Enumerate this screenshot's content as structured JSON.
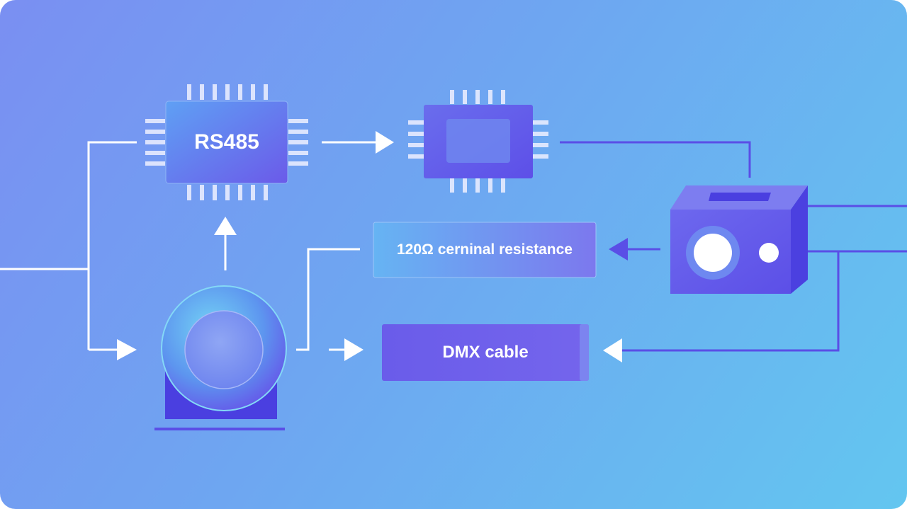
{
  "nodes": {
    "rs485_chip": {
      "label": "RS485"
    },
    "terminal_resistor": {
      "label": "120Ω cerninal resistance"
    },
    "dmx_cable": {
      "label": "DMX cable"
    }
  },
  "colors": {
    "background_start": "#7a8ff2",
    "background_end": "#63c6f0",
    "chip_blue": "#5b78ef",
    "chip_violet": "#6a55ea",
    "connector_white": "#ffffff",
    "connector_violet": "#5a4ee6",
    "base_indigo": "#4a3fe0"
  }
}
